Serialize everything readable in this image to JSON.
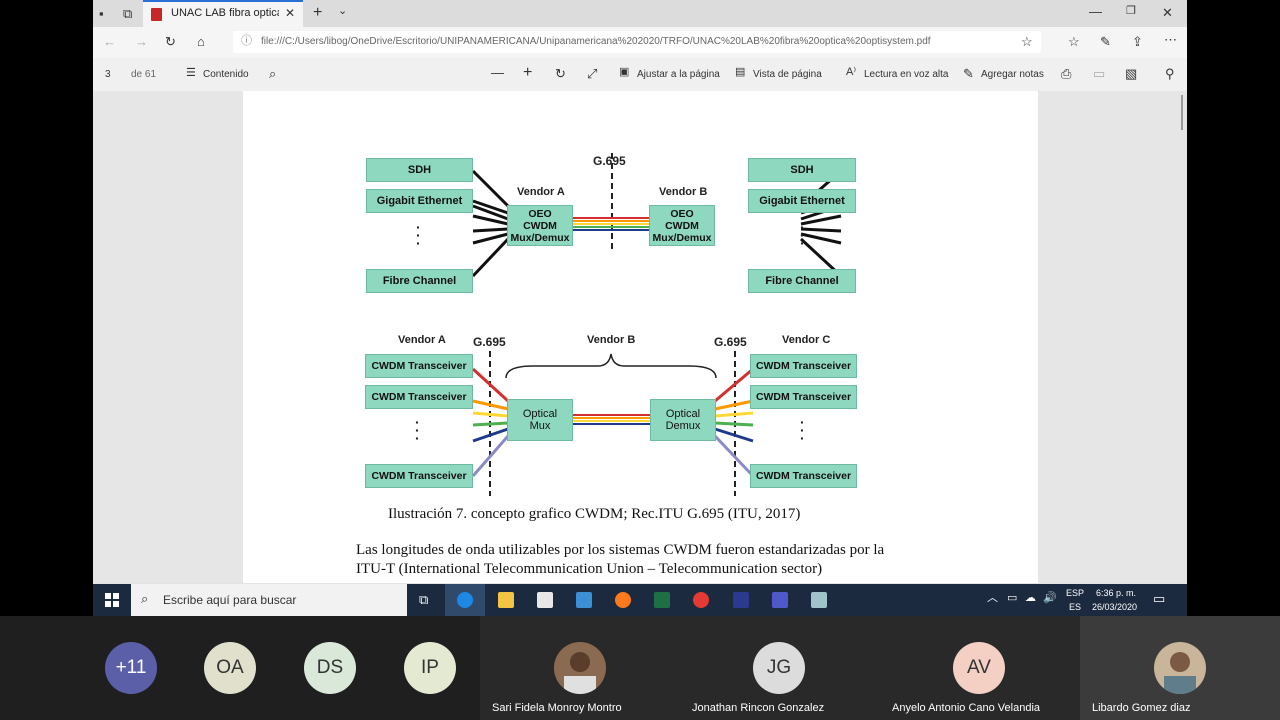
{
  "browser": {
    "tab_title": "UNAC LAB fibra optica o",
    "url": "file:///C:/Users/libog/OneDrive/Escritorio/UNIPANAMERICANA/Unipanamericana%202020/TRFO/UNAC%20LAB%20fibra%20optica%20optisystem.pdf"
  },
  "pdf_toolbar": {
    "page_number": "3",
    "page_total": "de 61",
    "contents": "Contenido",
    "fit_page": "Ajustar a la página",
    "page_view": "Vista de página",
    "read_aloud": "Lectura en voz alta",
    "add_notes": "Agregar notas"
  },
  "diagram_top": {
    "g695": "G.695",
    "vendor_a": "Vendor A",
    "vendor_b": "Vendor B",
    "left_boxes": [
      "SDH",
      "Gigabit Ethernet",
      "Fibre Channel"
    ],
    "right_boxes": [
      "SDH",
      "Gigabit Ethernet",
      "Fibre Channel"
    ],
    "mux_label": "OEO\nCWDM\nMux/Demux"
  },
  "diagram_bottom": {
    "vendor_a": "Vendor A",
    "vendor_b": "Vendor B",
    "vendor_c": "Vendor C",
    "g695": "G.695",
    "transceiver": "CWDM Transceiver",
    "optical_mux": "Optical\nMux",
    "optical_demux": "Optical\nDemux"
  },
  "document": {
    "caption": "Ilustración 7. concepto grafico CWDM; Rec.ITU G.695 (ITU, 2017)",
    "para_line1": "Las longitudes de onda utilizables por los sistemas CWDM fueron estandarizadas por la",
    "para_line2": "ITU-T (International Telecommunication Union – Telecommunication sector)"
  },
  "taskbar": {
    "search_placeholder": "Escribe aquí para buscar",
    "lang1": "ESP",
    "lang2": "ES",
    "time": "6:36 p. m.",
    "date": "26/03/2020"
  },
  "meeting": {
    "overflow": "+11",
    "initials": [
      "OA",
      "DS",
      "IP"
    ],
    "participants": [
      {
        "name": "Sari Fidela Monroy Montro",
        "initials": ""
      },
      {
        "name": "Jonathan Rincon Gonzalez",
        "initials": "JG"
      },
      {
        "name": "Anyelo Antonio Cano Velandia",
        "initials": "AV"
      },
      {
        "name": "Libardo  Gomez diaz",
        "initials": ""
      }
    ]
  },
  "colors": {
    "accent": "#2a6fd4",
    "box_fill": "#8fd8c0",
    "taskbar": "#1b2a3e",
    "fiber": [
      "#d32f2f",
      "#ff9800",
      "#fdd835",
      "#4caf50",
      "#1e3a8a",
      "#7b68ee"
    ]
  }
}
